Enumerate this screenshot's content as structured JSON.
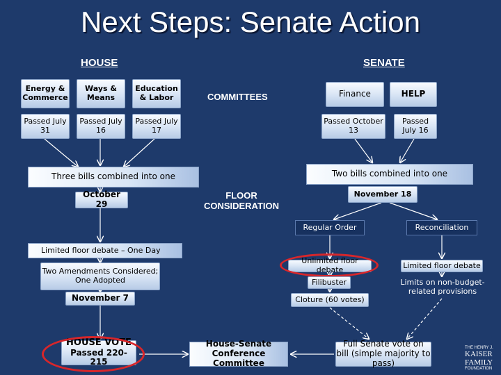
{
  "title": "Next Steps: Senate Action",
  "house": {
    "label": "HOUSE",
    "committees": [
      {
        "name": "Energy & Commerce",
        "status": "Passed July 31"
      },
      {
        "name": "Ways & Means",
        "status": "Passed July 16"
      },
      {
        "name": "Education & Labor",
        "status": "Passed July 17"
      }
    ],
    "combined": "Three bills combined into one",
    "combined_date": "October 29",
    "floor_limit": "Limited floor debate – One Day",
    "amendments": "Two Amendments Considered; One Adopted",
    "vote_date": "November 7",
    "vote_title": "HOUSE VOTE",
    "vote_result": "Passed 220-215"
  },
  "senate": {
    "label": "SENATE",
    "committees_label": "COMMITTEES",
    "committees": [
      {
        "name": "Finance",
        "status": "Passed October 13"
      },
      {
        "name": "HELP",
        "status": "Passed July 16"
      }
    ],
    "combined": "Two bills combined into one",
    "combined_date": "November 18",
    "floor_label": "FLOOR CONSIDERATION",
    "regular_order": "Regular Order",
    "reconciliation": "Reconciliation",
    "unlimited_debate": "Unlimited floor debate",
    "filibuster": "Filibuster",
    "cloture": "Cloture (60 votes)",
    "limited_debate": "Limited floor debate",
    "limits": "Limits on non-budget-related provisions",
    "full_vote": "Full Senate vote on bill (simple majority to pass)"
  },
  "conference": "House-Senate Conference Committee",
  "logo": {
    "line1": "THE HENRY J.",
    "line2": "KAISER",
    "line3": "FAMILY",
    "line4": "FOUNDATION"
  },
  "colors": {
    "background": "#1e3a6b",
    "highlight_oval": "#d8262a"
  }
}
